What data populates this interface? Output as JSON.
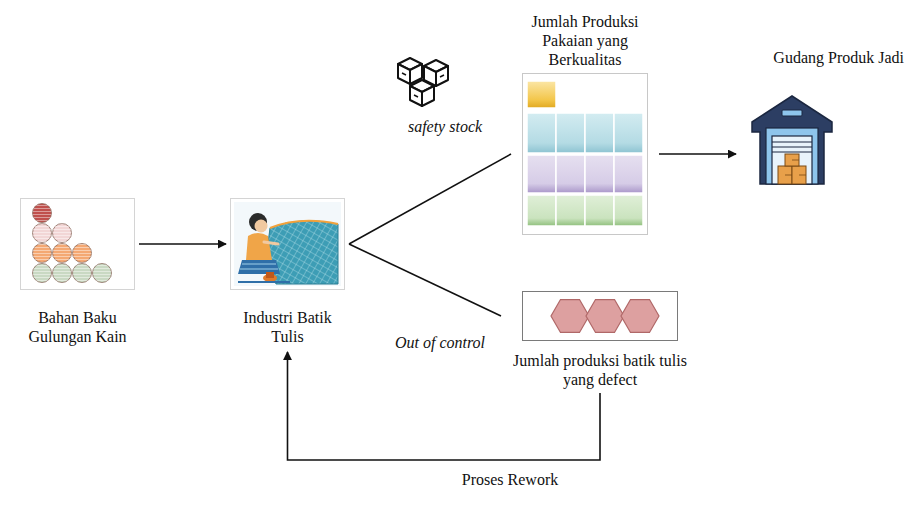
{
  "diagram": {
    "nodes": [
      {
        "text": [
          "Bahan Baku Gulungan Kain"
        ]
      },
      {
        "text": [
          "Industri Batik Tulis"
        ]
      },
      {
        "text": [
          "Jumlah Produksi Pakaian yang Berkualitas"
        ]
      },
      {
        "text": [
          "Gudang Produk Jadi"
        ]
      },
      {
        "text": [
          "Jumlah produksi batik tulis yang defect"
        ]
      }
    ],
    "edges": [
      {
        "from": 0,
        "to": 1,
        "arrow": "to"
      },
      {
        "from": 1,
        "to": 2,
        "label": "safety stock",
        "arrow": "none"
      },
      {
        "from": 1,
        "to": 4,
        "label": "Out of control",
        "arrow": "none"
      },
      {
        "from": 2,
        "to": 3,
        "arrow": "to"
      },
      {
        "from": 4,
        "to": 1,
        "label": "Proses Rework",
        "arrow": "to"
      }
    ]
  }
}
